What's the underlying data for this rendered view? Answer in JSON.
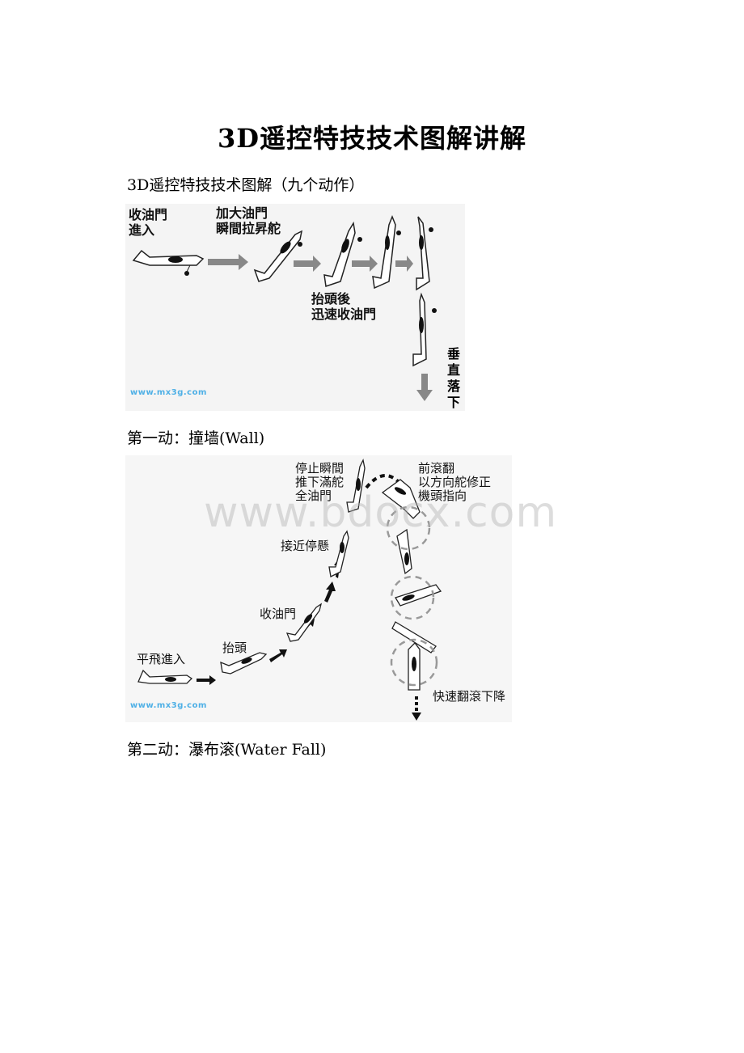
{
  "document": {
    "title": "3D遥控特技技术图解讲解",
    "intro": "3D遥控特技技术图解（九个动作）",
    "caption1": "第一动：撞墙(Wall)",
    "caption2": "第二动：瀑布滚(Water Fall)",
    "watermark": "www.bdocx.com"
  },
  "figure1": {
    "labels": {
      "throttle_in": "收油門\n進入",
      "full_throttle": "加大油門\n瞬間拉昇舵",
      "pull_up": "抬頭後\n迅速收油門",
      "vertical_fall": "垂直落下"
    },
    "credit": "www.mx3g.com"
  },
  "figure2": {
    "labels": {
      "level_entry": "平飛進入",
      "pull_up": "抬頭",
      "throttle_off": "收油門",
      "near_hover": "接近停懸",
      "stop_moment": "停止瞬間\n推下滿舵\n全油門",
      "forward_roll": "前滾翻\n以方向舵修正\n機頭指向",
      "fast_roll_descent": "快速翻滾下降"
    },
    "credit": "www.mx3g.com"
  }
}
